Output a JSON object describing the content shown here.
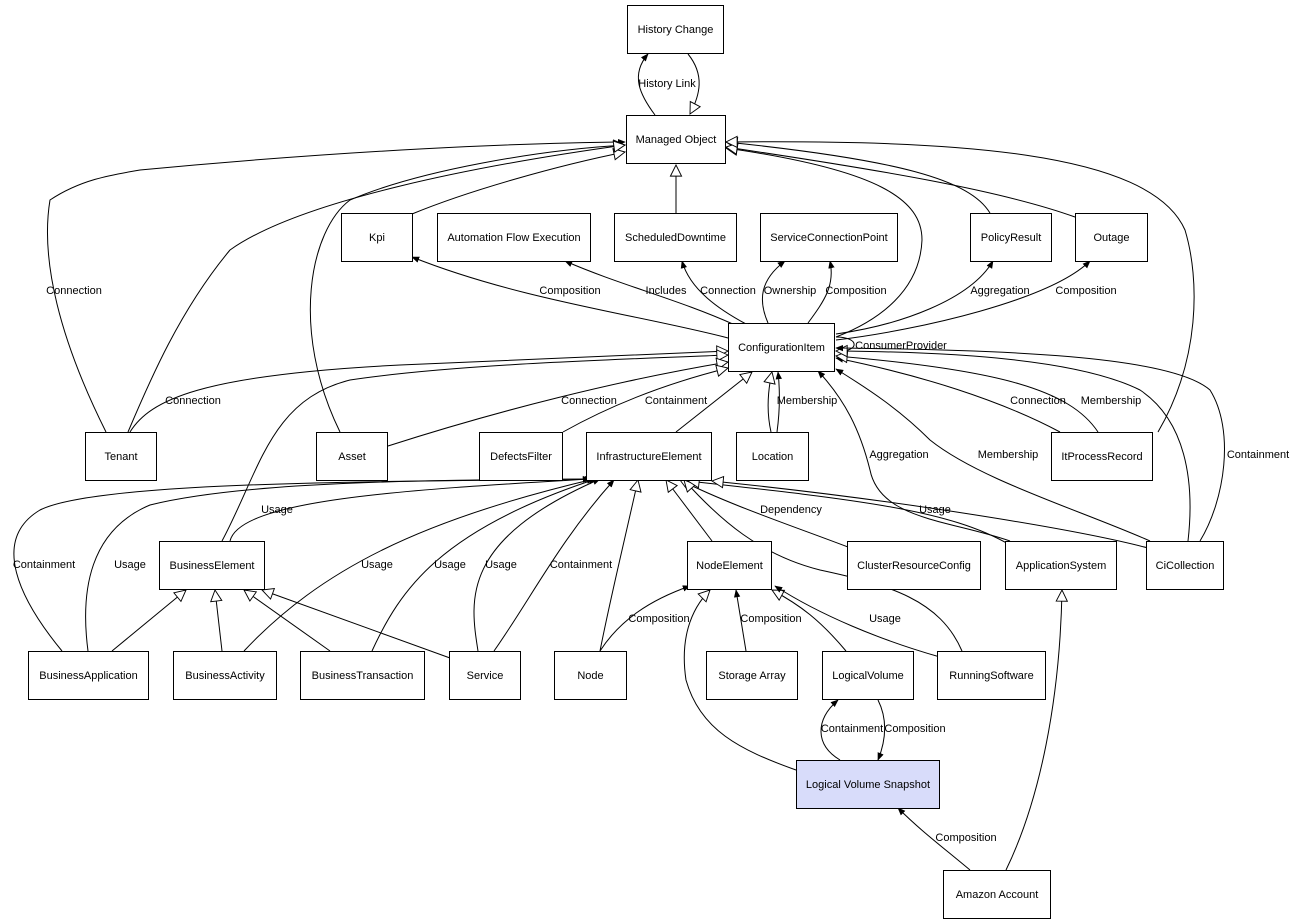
{
  "nodes": {
    "history_change": "History Change",
    "managed_object": "Managed Object",
    "kpi": "Kpi",
    "automation_flow_execution": "Automation Flow Execution",
    "scheduled_downtime": "ScheduledDowntime",
    "service_connection_point": "ServiceConnectionPoint",
    "policy_result": "PolicyResult",
    "outage": "Outage",
    "configuration_item": "ConfigurationItem",
    "tenant": "Tenant",
    "asset": "Asset",
    "defects_filter": "DefectsFilter",
    "infrastructure_element": "InfrastructureElement",
    "location": "Location",
    "it_process_record": "ItProcessRecord",
    "business_element": "BusinessElement",
    "node_element": "NodeElement",
    "cluster_resource_config": "ClusterResourceConfig",
    "application_system": "ApplicationSystem",
    "ci_collection": "CiCollection",
    "business_application": "BusinessApplication",
    "business_activity": "BusinessActivity",
    "business_transaction": "BusinessTransaction",
    "service": "Service",
    "node": "Node",
    "storage_array": "Storage Array",
    "logical_volume": "LogicalVolume",
    "running_software": "RunningSoftware",
    "logical_volume_snapshot": "Logical Volume Snapshot",
    "amazon_account": "Amazon Account"
  },
  "edge_labels": {
    "history_link": "History Link",
    "connection_tenant_mo": "Connection",
    "composition_ci_kpi": "Composition",
    "includes_ci_afe": "Includes",
    "connection_ci_sd": "Connection",
    "ownership_ci_scp": "Ownership",
    "composition_ci_scp": "Composition",
    "aggregation_ci_pr": "Aggregation",
    "composition_ci_outage": "Composition",
    "consumer_provider": "ConsumerProvider",
    "connection_tenant_ci": "Connection",
    "connection_asset_ci": "Connection",
    "containment_ie_ci": "Containment",
    "membership_loc_ci": "Membership",
    "aggregation_as_ci": "Aggregation",
    "membership_cc_ci": "Membership",
    "connection_ipr_ci": "Connection",
    "membership_ipr_ci": "Membership",
    "containment_cc_ci": "Containment",
    "usage_be_ie": "Usage",
    "dependency_crc_ie": "Dependency",
    "usage_cc_ie": "Usage",
    "containment_ba_ie": "Containment",
    "usage_ba_ie": "Usage",
    "usage_bact_ie": "Usage",
    "usage_bt_ie": "Usage",
    "usage_svc_ie": "Usage",
    "containment_svc_ie": "Containment",
    "composition_node_ne": "Composition",
    "composition_sa_ne": "Composition",
    "usage_rs_ne": "Usage",
    "containment_lvs_lv": "Containment",
    "composition_lv_lvs": "Composition",
    "composition_aa_lvs": "Composition"
  },
  "colors": {
    "highlight_fill": "#d8dcfa",
    "stroke": "#000000",
    "background": "#ffffff"
  }
}
